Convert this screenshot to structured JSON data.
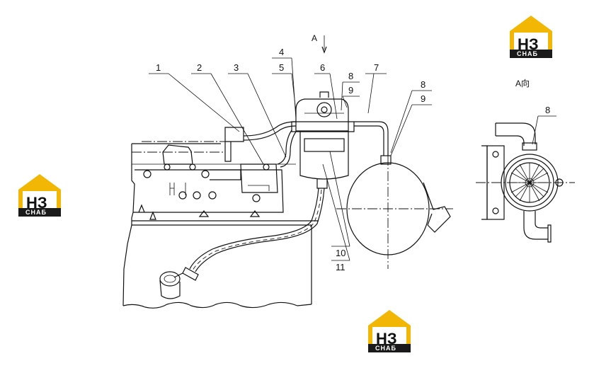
{
  "view_label_main": "A",
  "view_label_detail": "A向",
  "callouts": [
    {
      "id": "c1",
      "label": "1"
    },
    {
      "id": "c2",
      "label": "2"
    },
    {
      "id": "c3",
      "label": "3"
    },
    {
      "id": "c4",
      "label": "4"
    },
    {
      "id": "c5",
      "label": "5"
    },
    {
      "id": "c6",
      "label": "6"
    },
    {
      "id": "c7",
      "label": "7"
    },
    {
      "id": "c8a",
      "label": "8"
    },
    {
      "id": "c9a",
      "label": "9"
    },
    {
      "id": "c8b",
      "label": "8"
    },
    {
      "id": "c9b",
      "label": "9"
    },
    {
      "id": "c8c",
      "label": "8"
    },
    {
      "id": "c10",
      "label": "10"
    },
    {
      "id": "c11",
      "label": "11"
    }
  ],
  "watermark": {
    "letters": "НЗ",
    "word": "СНАБ",
    "accent_color": "#F2B705",
    "dark_color": "#1a1a1a"
  }
}
